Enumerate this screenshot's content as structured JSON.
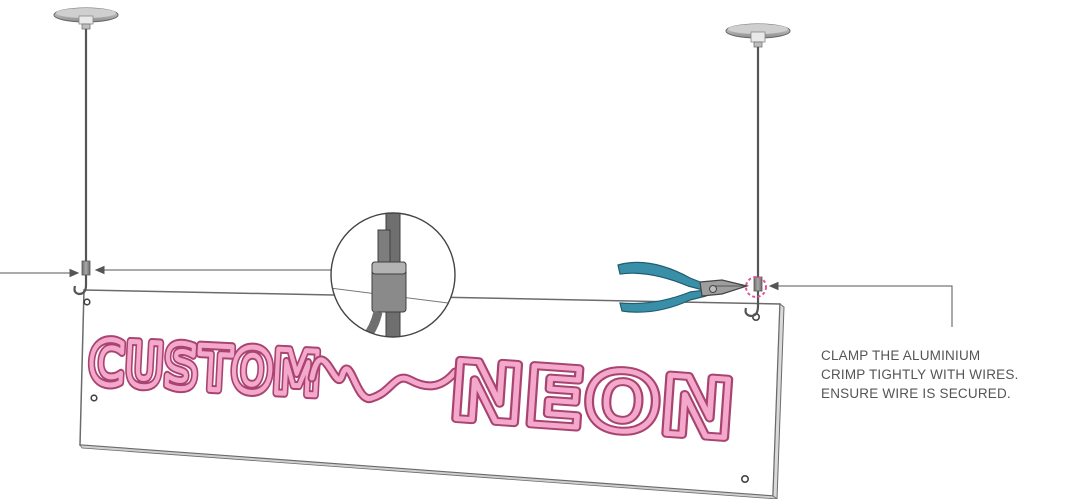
{
  "sign_text": {
    "word1": "CUSTOM",
    "word2": "NEON"
  },
  "instruction": {
    "line1": "CLAMP THE ALUMINIUM",
    "line2": "CRIMP TIGHTLY WITH WIRES.",
    "line3": "ENSURE WIRE IS SECURED."
  },
  "colors": {
    "neon": "#e77fb3",
    "neon_outline": "#a8446f",
    "highlight_circle": "#e0559a",
    "plier_handle": "#3a8fa8",
    "panel": "#ffffff",
    "wire": "#555555",
    "caption_text": "#555555"
  }
}
